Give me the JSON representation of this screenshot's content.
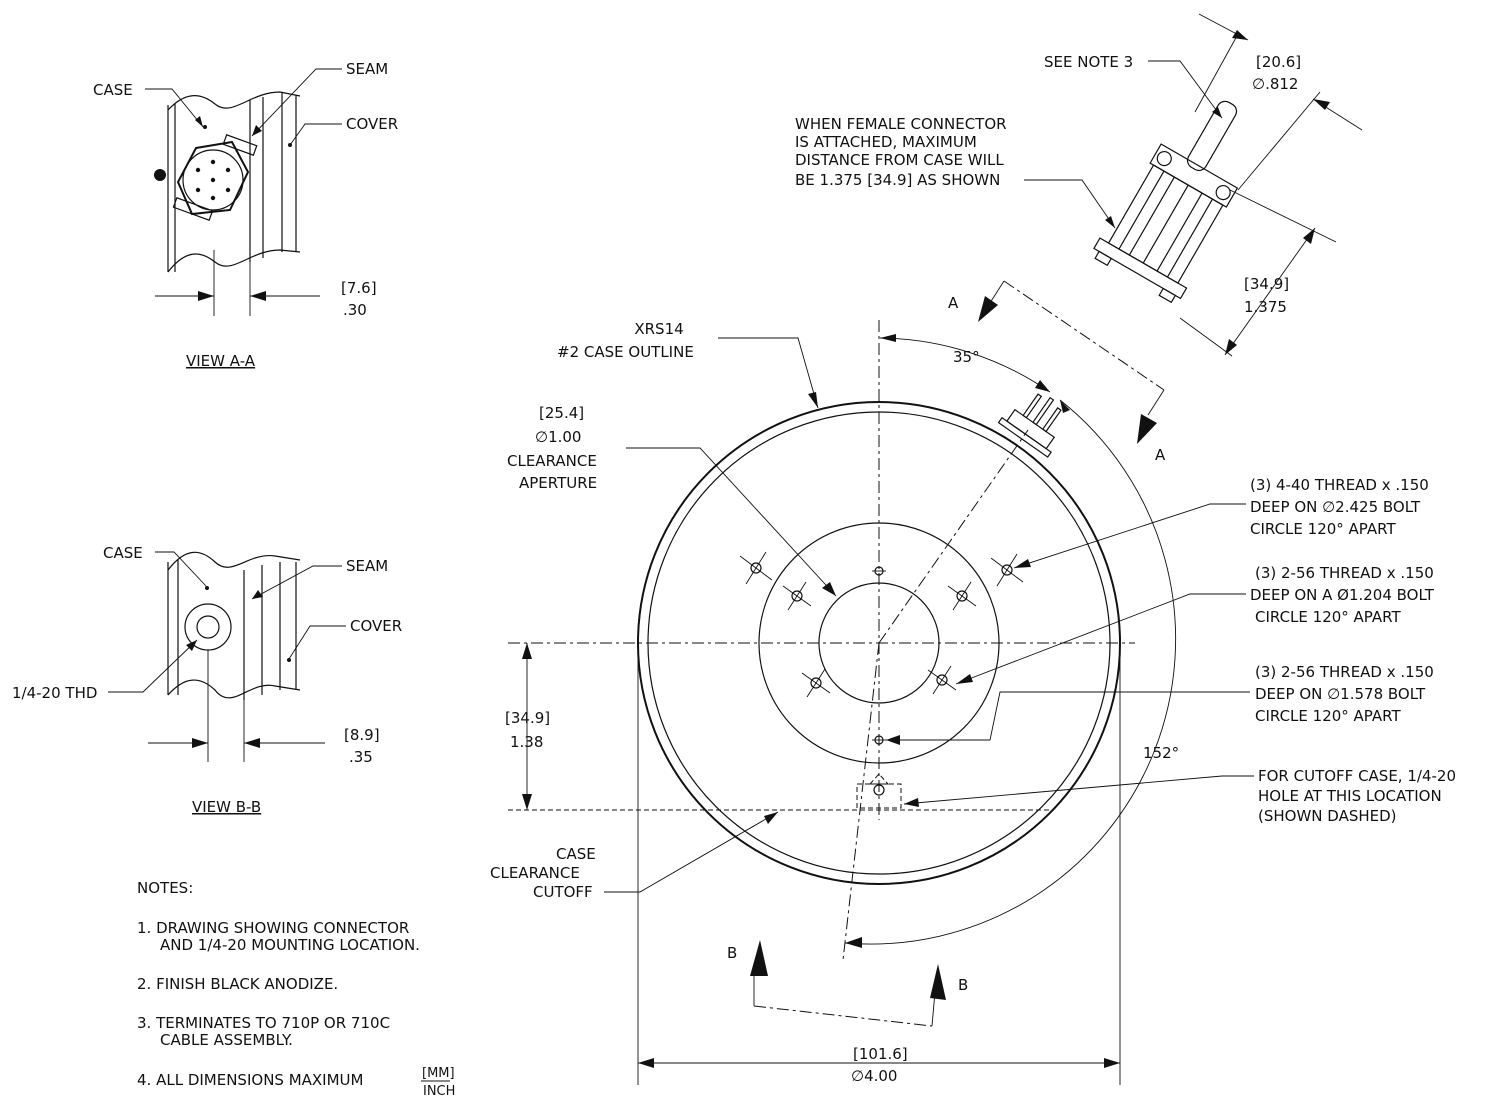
{
  "view_aa": {
    "case": "CASE",
    "seam": "SEAM",
    "cover": "COVER",
    "dim_mm": "[7.6]",
    "dim_in": ".30",
    "title": "VIEW A-A"
  },
  "view_bb": {
    "case": "CASE",
    "seam": "SEAM",
    "cover": "COVER",
    "thread": "1/4-20 THD",
    "dim_mm": "[8.9]",
    "dim_in": ".35",
    "title": "VIEW B-B"
  },
  "notes": {
    "heading": "NOTES:",
    "n1_a": "1.  DRAWING SHOWING CONNECTOR",
    "n1_b": "AND 1/4-20 MOUNTING LOCATION.",
    "n2": "2.  FINISH BLACK ANODIZE.",
    "n3_a": "3.  TERMINATES TO 710P OR 710C",
    "n3_b": "CABLE ASSEMBLY.",
    "n4": "4. ALL DIMENSIONS MAXIMUM",
    "n4_mm": "[MM]",
    "n4_in": "INCH"
  },
  "connector": {
    "see_note": "SEE NOTE 3",
    "dia_mm": "[20.6]",
    "dia_in": "∅.812",
    "female_1": "WHEN FEMALE CONNECTOR",
    "female_2": "IS ATTACHED, MAXIMUM",
    "female_3": "DISTANCE FROM CASE WILL",
    "female_4": "BE 1.375 [34.9] AS SHOWN",
    "len_mm": "[34.9]",
    "len_in": "1.375"
  },
  "main": {
    "outline_1": "XRS14",
    "outline_2": "#2 CASE OUTLINE",
    "ap_mm": "[25.4]",
    "ap_in": "∅1.00",
    "ap_1": "CLEARANCE",
    "ap_2": "APERTURE",
    "angle_35": "35°",
    "angle_152": "152°",
    "section_a": "A",
    "section_b": "B",
    "t1_a": "(3) 4-40 THREAD x .150",
    "t1_b": "DEEP ON  ∅2.425 BOLT",
    "t1_c": "CIRCLE 120° APART",
    "t2_a": "(3) 2-56 THREAD x .150",
    "t2_b": "DEEP ON A Ø1.204 BOLT",
    "t2_c": "CIRCLE 120° APART",
    "t3_a": "(3) 2-56 THREAD x .150",
    "t3_b": "DEEP ON  ∅1.578 BOLT",
    "t3_c": "CIRCLE 120° APART",
    "cut_a": "FOR CUTOFF CASE, 1/4-20",
    "cut_b": "HOLE AT THIS LOCATION",
    "cut_c": "(SHOWN DASHED)",
    "h_mm": "[34.9]",
    "h_in": "1.38",
    "cc_1": "CASE",
    "cc_2": "CLEARANCE",
    "cc_3": "CUTOFF",
    "w_mm": "[101.6]",
    "w_in": "∅4.00"
  }
}
